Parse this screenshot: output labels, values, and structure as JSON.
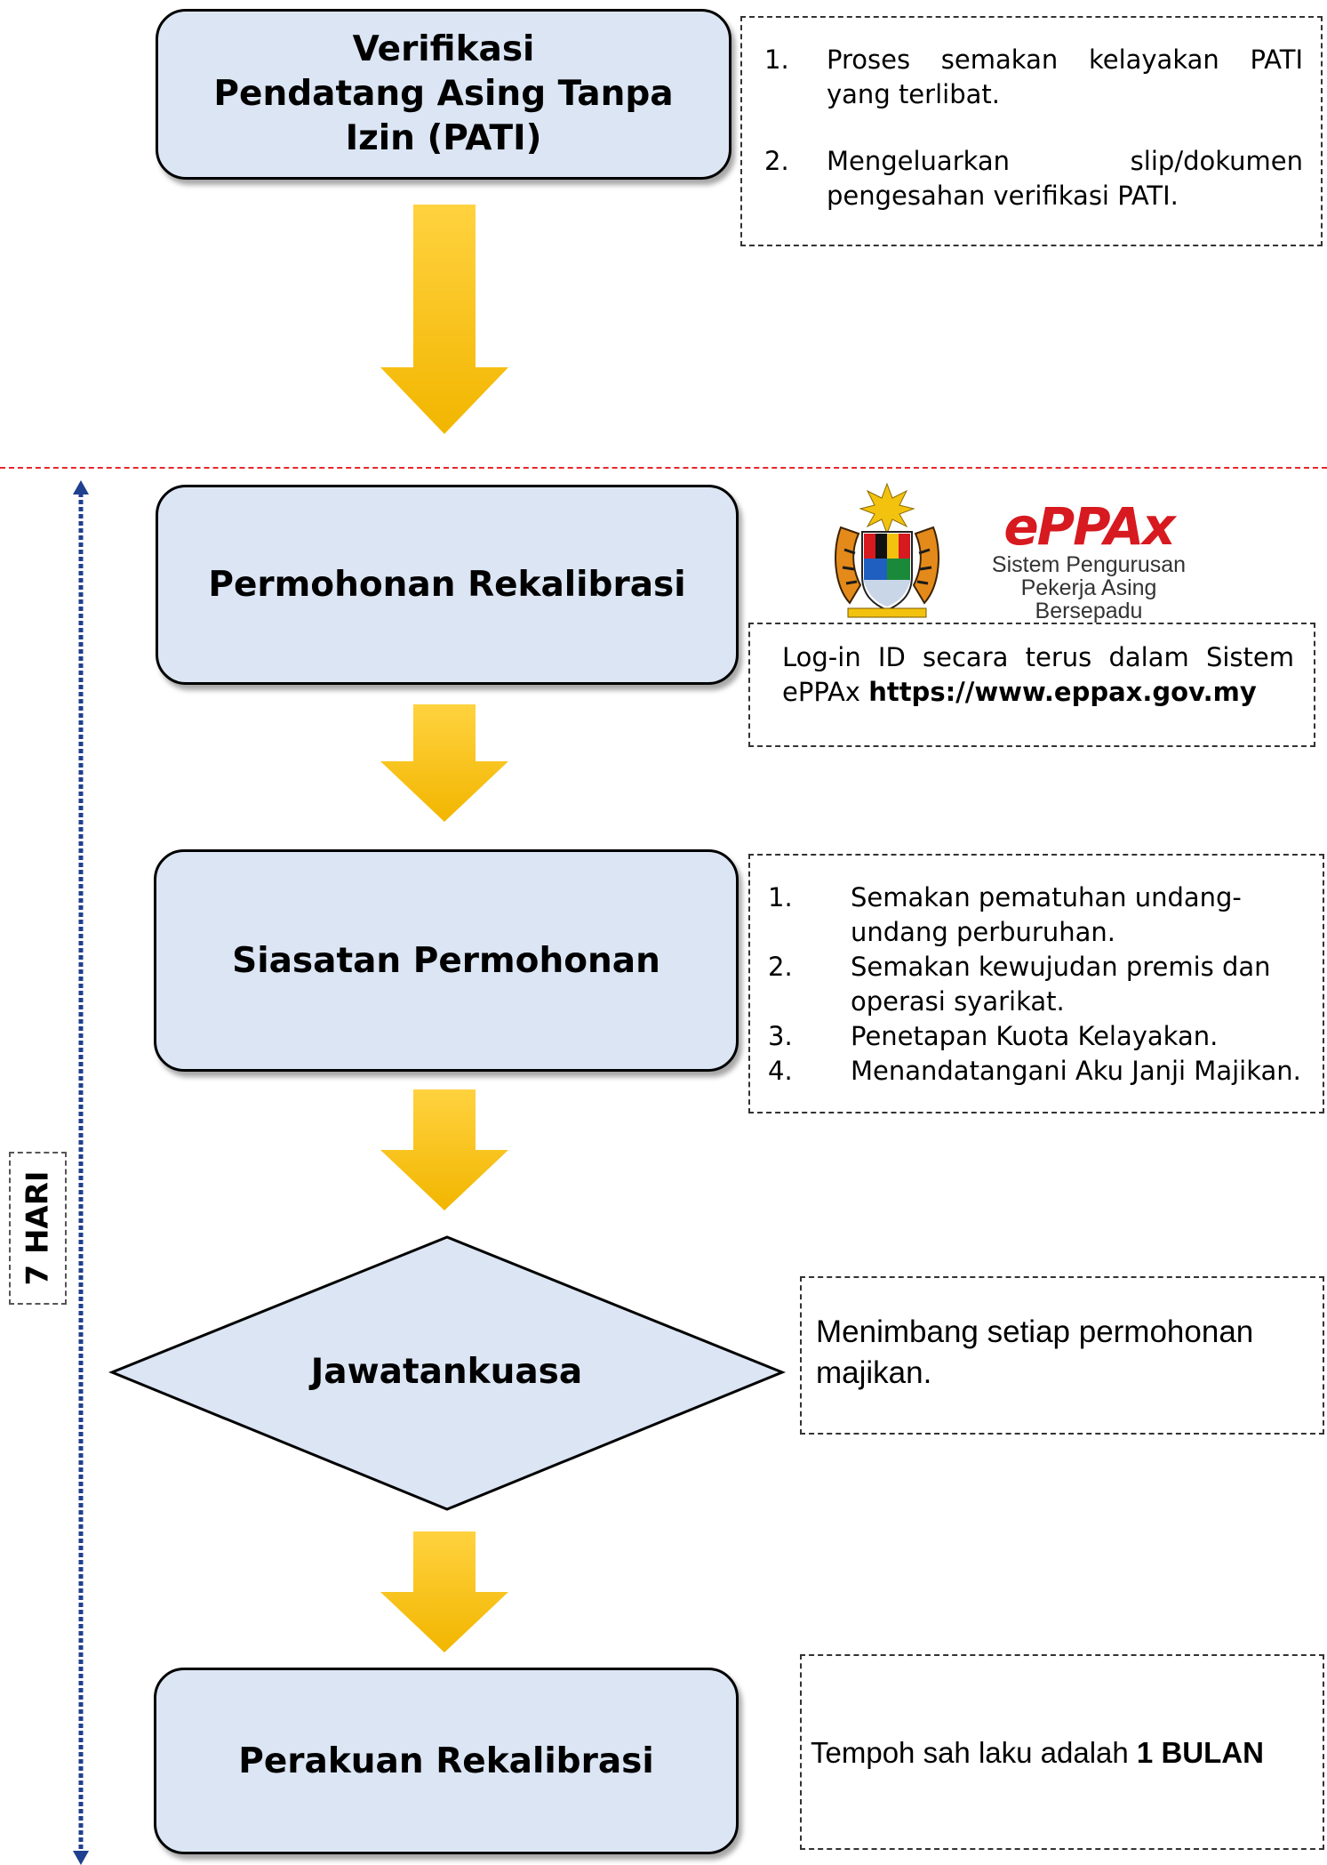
{
  "steps": {
    "verifikasi": {
      "line1": "Verifikasi",
      "line2": "Pendatang Asing Tanpa",
      "line3": "Izin (PATI)"
    },
    "permohonan": "Permohonan Rekalibrasi",
    "siasatan": "Siasatan Permohonan",
    "jawatankuasa": "Jawatankuasa",
    "perakuan": "Perakuan Rekalibrasi"
  },
  "notes": {
    "verifikasi": [
      {
        "num": "1.",
        "text": "Proses semakan kelayakan PATI yang terlibat."
      },
      {
        "num": "2.",
        "text": "Mengeluarkan slip/dokumen pengesahan verifikasi PATI."
      }
    ],
    "permohonan": {
      "text": "Log-in ID secara terus dalam Sistem ePPAx ",
      "url": "https://www.eppax.gov.my"
    },
    "siasatan": [
      {
        "num": "1.",
        "text": "Semakan pematuhan undang-undang perburuhan."
      },
      {
        "num": "2.",
        "text": "Semakan kewujudan premis dan operasi syarikat."
      },
      {
        "num": "3.",
        "text": "Penetapan Kuota Kelayakan."
      },
      {
        "num": "4.",
        "text": "Menandatangani Aku Janji Majikan."
      }
    ],
    "jawatankuasa": "Menimbang setiap permohonan majikan.",
    "perakuan": {
      "text": "Tempoh sah laku adalah ",
      "bold": "1 BULAN"
    }
  },
  "logo": {
    "brand": "ePPAx",
    "line1": "Sistem Pengurusan",
    "line2": "Pekerja Asing Bersepadu"
  },
  "timeline": {
    "label": "7 HARI"
  },
  "colors": {
    "box_fill": "#dbe5f3",
    "arrow_top": "#ffd23f",
    "arrow_bottom": "#f2b600",
    "divider": "#e8262a",
    "timeline": "#1f3f8f",
    "logo_red": "#d71920"
  }
}
